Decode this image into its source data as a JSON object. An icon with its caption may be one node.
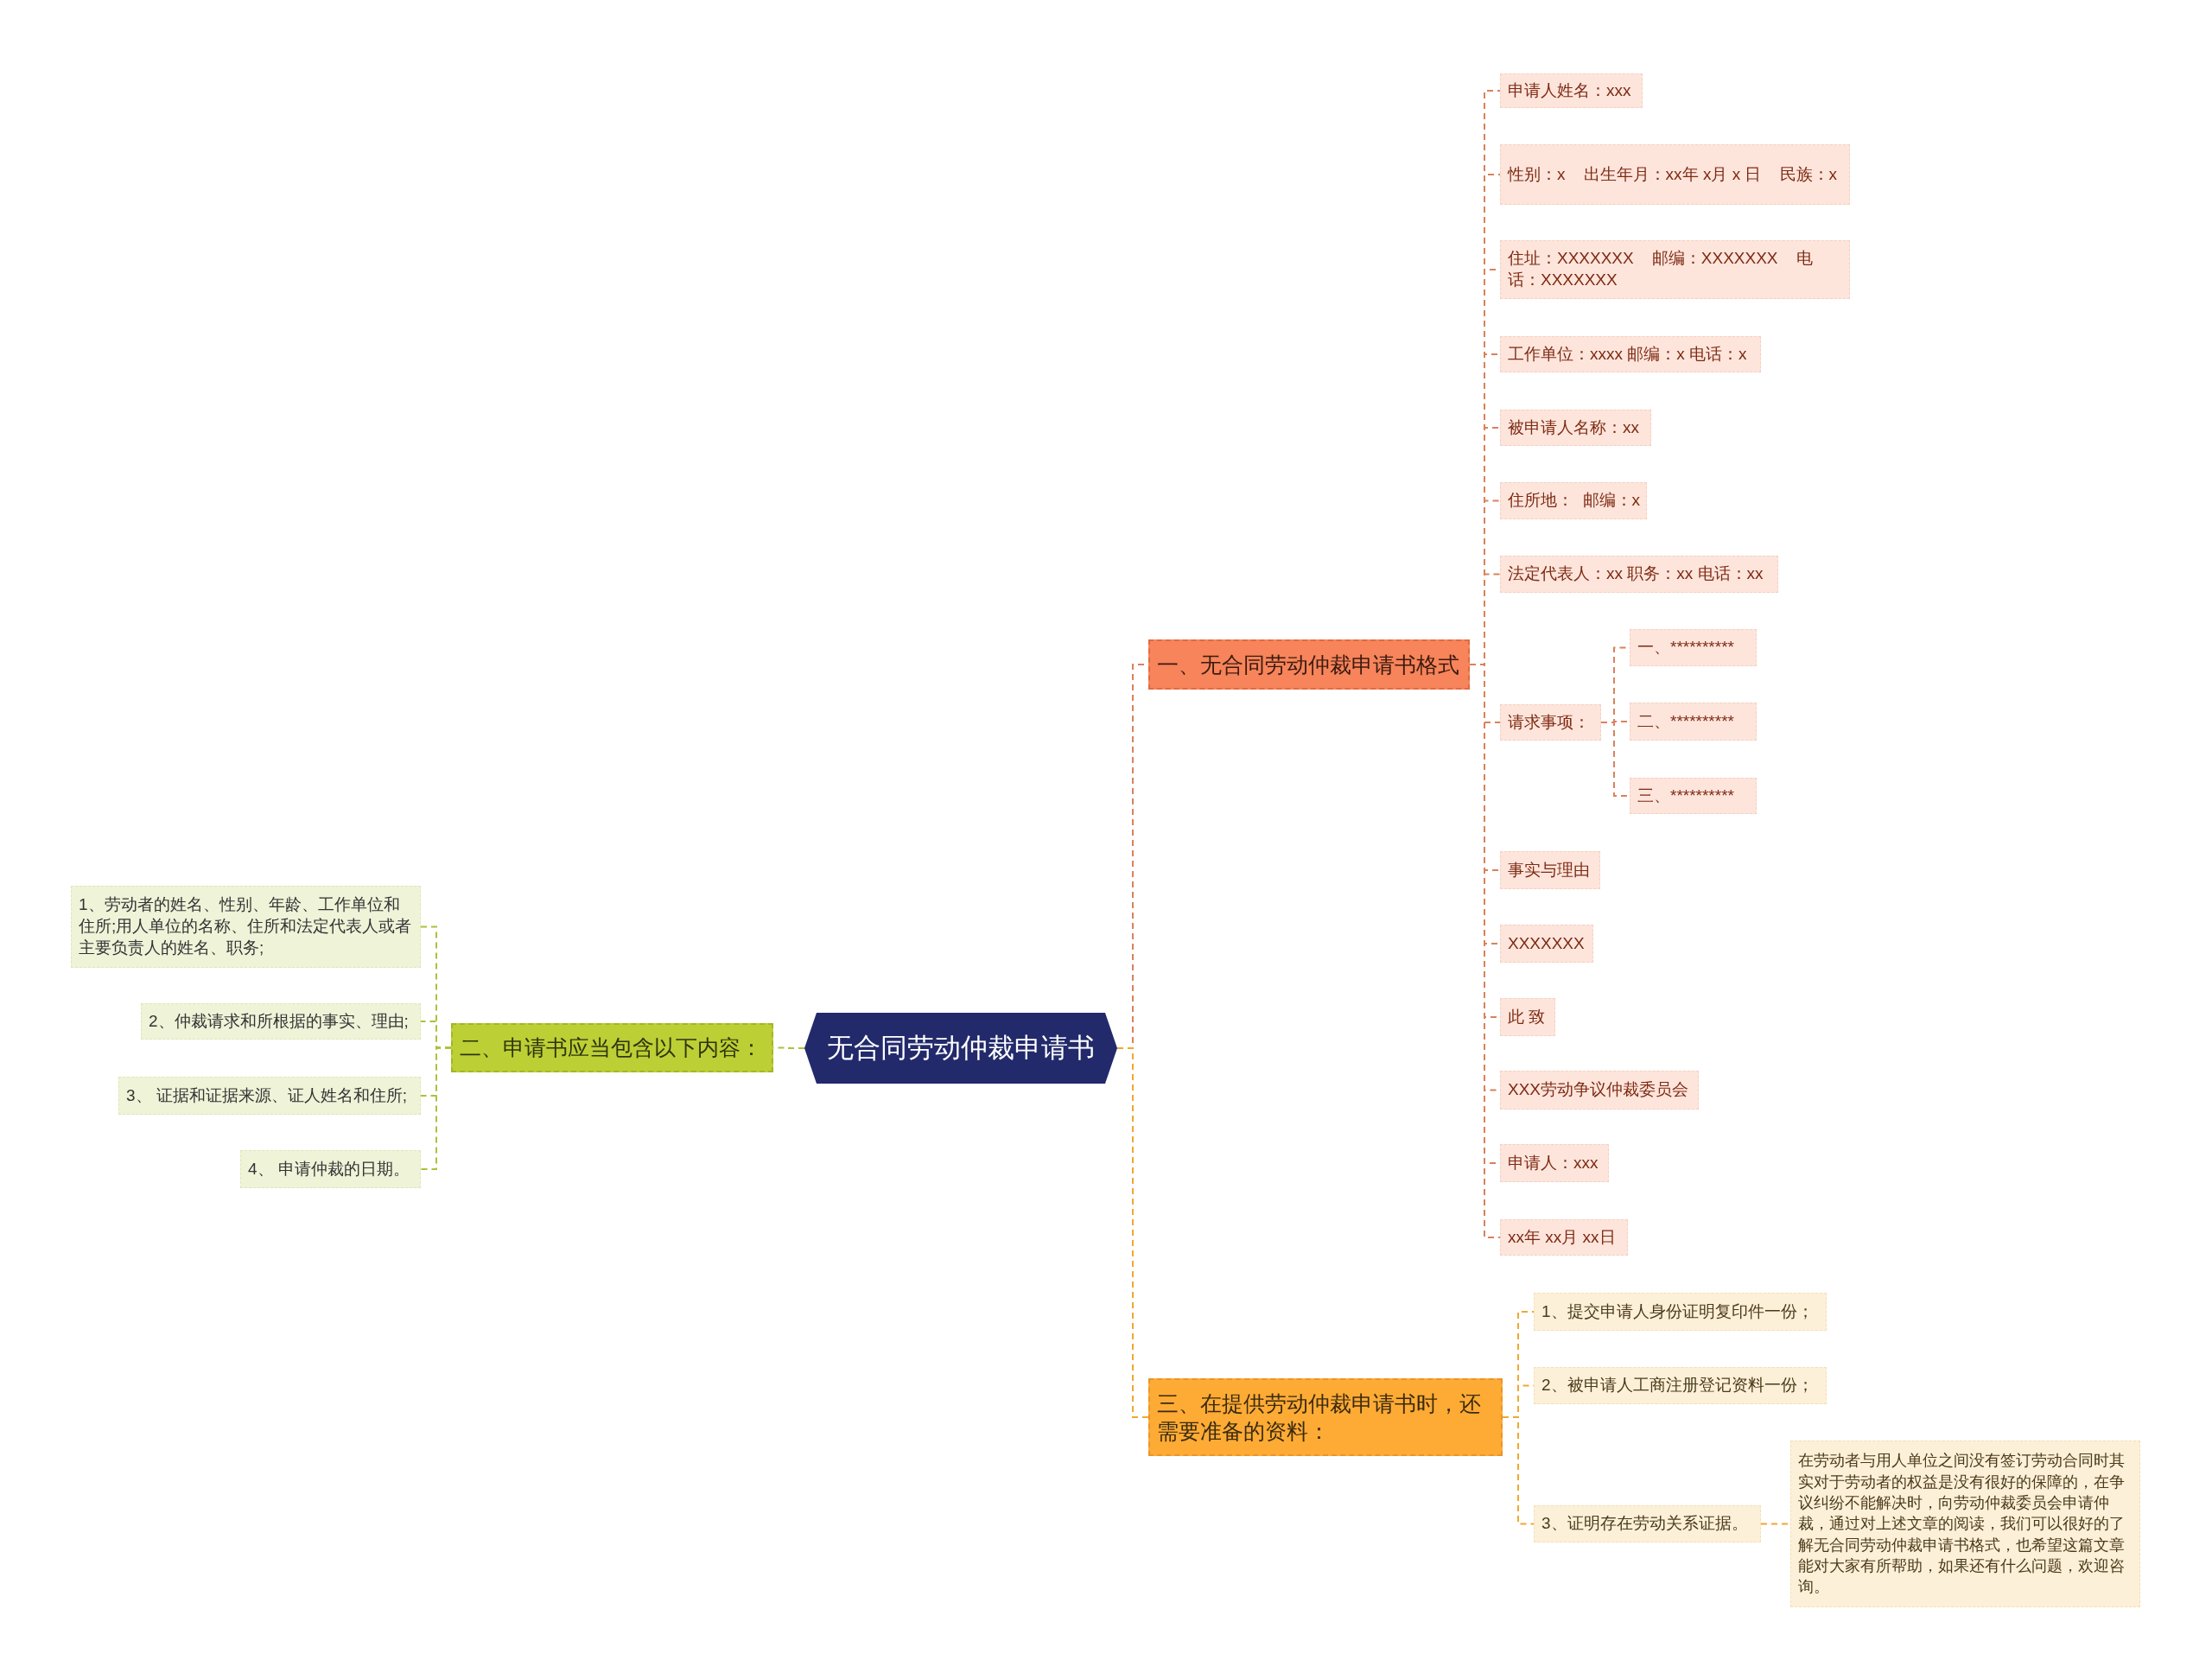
{
  "diagram": {
    "nodes": [
      {
        "text": [
          "无合同劳动仲裁申请书"
        ]
      },
      {
        "text": [
          "一、无合同劳动仲裁申请书格式"
        ]
      },
      {
        "text": [
          "申请人姓名：xxx"
        ]
      },
      {
        "text": [
          "性别：x    出生年月：xx年 x月 x 日    民族：x"
        ]
      },
      {
        "text": [
          "住址：XXXXXXX    邮编：XXXXXXX    电话：XXXXXXX"
        ]
      },
      {
        "text": [
          "工作单位：xxxx 邮编：x 电话：x"
        ]
      },
      {
        "text": [
          "被申请人名称：xx"
        ]
      },
      {
        "text": [
          "住所地：  邮编：x"
        ]
      },
      {
        "text": [
          "法定代表人：xx 职务：xx 电话：xx"
        ]
      },
      {
        "text": [
          "请求事项："
        ]
      },
      {
        "text": [
          "一、**********"
        ]
      },
      {
        "text": [
          "二、**********"
        ]
      },
      {
        "text": [
          "三、**********"
        ]
      },
      {
        "text": [
          "事实与理由"
        ]
      },
      {
        "text": [
          "XXXXXXX"
        ]
      },
      {
        "text": [
          "此 致"
        ]
      },
      {
        "text": [
          "XXX劳动争议仲裁委员会"
        ]
      },
      {
        "text": [
          "申请人：xxx"
        ]
      },
      {
        "text": [
          "xx年 xx月 xx日"
        ]
      },
      {
        "text": [
          "二、申请书应当包含以下内容："
        ]
      },
      {
        "text": [
          "1、劳动者的姓名、性别、年龄、工作单位和住所;用人单位的名称、住所和法定代表人或者主要负责人的姓名、职务;"
        ]
      },
      {
        "text": [
          "2、仲裁请求和所根据的事实、理由;"
        ]
      },
      {
        "text": [
          "3、 证据和证据来源、证人姓名和住所;"
        ]
      },
      {
        "text": [
          "4、 申请仲裁的日期。"
        ]
      },
      {
        "text": [
          "三、在提供劳动仲裁申请书时，还需要准备的资料："
        ]
      },
      {
        "text": [
          "1、提交申请人身份证明复印件一份；"
        ]
      },
      {
        "text": [
          "2、被申请人工商注册登记资料一份；"
        ]
      },
      {
        "text": [
          "3、证明存在劳动关系证据。"
        ]
      },
      {
        "text": [
          "在劳动者与用人单位之间没有签订劳动合同时其实对于劳动者的权益是没有很好的保障的，在争议纠纷不能解决时，向劳动仲裁委员会申请仲裁，通过对上述文章的阅读，我们可以很好的了解无合同劳动仲裁申请书格式，也希望这篇文章能对大家有所帮助，如果还有什么问题，欢迎咨询。"
        ]
      }
    ],
    "edges": [
      {
        "from": 0,
        "to": 1,
        "arrow": "none"
      },
      {
        "from": 0,
        "to": 19,
        "arrow": "none",
        "color": "#a9c23a"
      },
      {
        "from": 0,
        "to": 24,
        "arrow": "none",
        "color": "#f0a830"
      },
      {
        "from": 1,
        "to": 2,
        "arrow": "none"
      },
      {
        "from": 1,
        "to": 3,
        "arrow": "none"
      },
      {
        "from": 1,
        "to": 4,
        "arrow": "none"
      },
      {
        "from": 1,
        "to": 5,
        "arrow": "none"
      },
      {
        "from": 1,
        "to": 6,
        "arrow": "none"
      },
      {
        "from": 1,
        "to": 7,
        "arrow": "none"
      },
      {
        "from": 1,
        "to": 8,
        "arrow": "none"
      },
      {
        "from": 1,
        "to": 9,
        "arrow": "none"
      },
      {
        "from": 9,
        "to": 10,
        "arrow": "none"
      },
      {
        "from": 9,
        "to": 11,
        "arrow": "none"
      },
      {
        "from": 9,
        "to": 12,
        "arrow": "none"
      },
      {
        "from": 1,
        "to": 13,
        "arrow": "none"
      },
      {
        "from": 1,
        "to": 14,
        "arrow": "none"
      },
      {
        "from": 1,
        "to": 15,
        "arrow": "none"
      },
      {
        "from": 1,
        "to": 16,
        "arrow": "none"
      },
      {
        "from": 1,
        "to": 17,
        "arrow": "none"
      },
      {
        "from": 1,
        "to": 18,
        "arrow": "none"
      },
      {
        "from": 19,
        "to": 20,
        "arrow": "none",
        "color": "#a9c23a"
      },
      {
        "from": 19,
        "to": 21,
        "arrow": "none",
        "color": "#a9c23a"
      },
      {
        "from": 19,
        "to": 22,
        "arrow": "none",
        "color": "#a9c23a"
      },
      {
        "from": 19,
        "to": 23,
        "arrow": "none",
        "color": "#a9c23a"
      },
      {
        "from": 24,
        "to": 25,
        "arrow": "none",
        "color": "#f0a830"
      },
      {
        "from": 24,
        "to": 26,
        "arrow": "none",
        "color": "#f0a830"
      },
      {
        "from": 24,
        "to": 27,
        "arrow": "none",
        "color": "#f0a830"
      },
      {
        "from": 27,
        "to": 28,
        "arrow": "none",
        "color": "#f0a830"
      }
    ]
  }
}
